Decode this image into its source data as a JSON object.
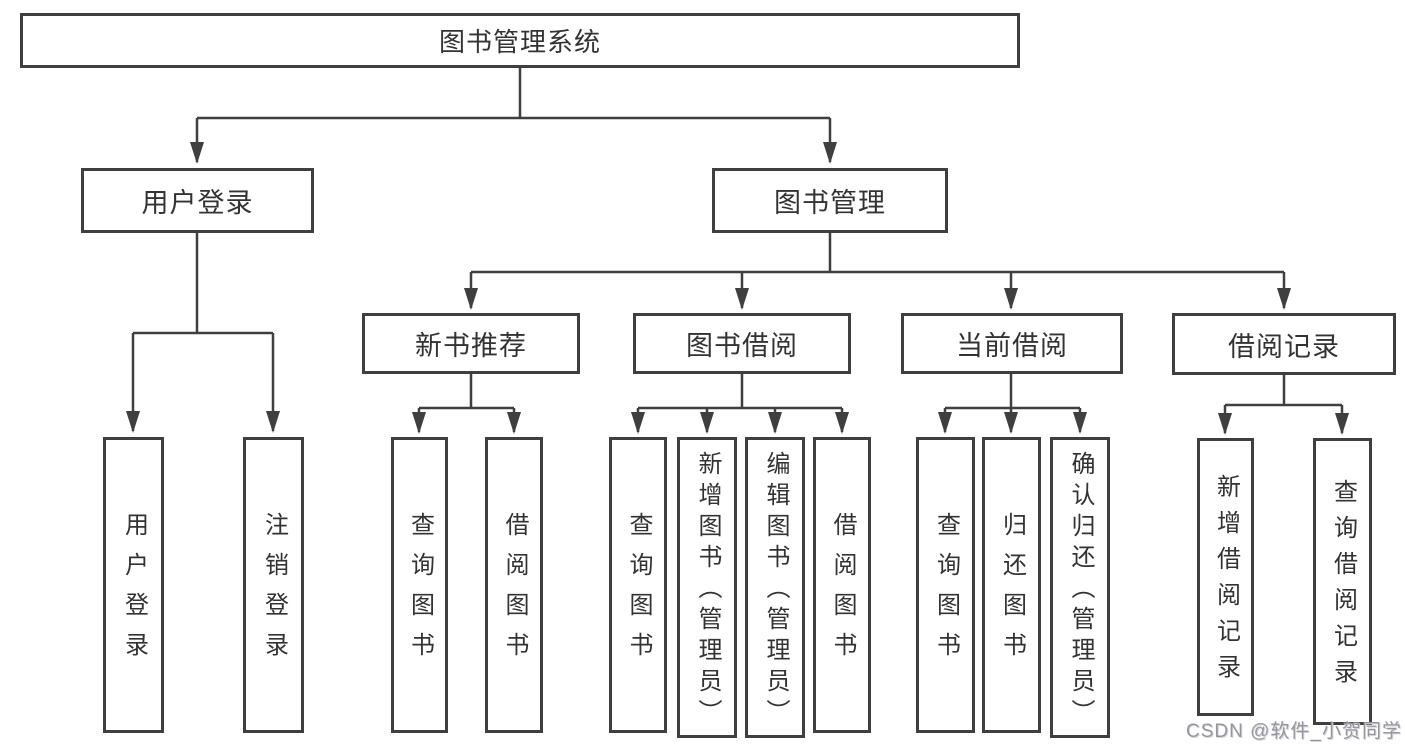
{
  "diagram": {
    "root": "图书管理系统",
    "branches": [
      {
        "label": "用户登录",
        "children": [
          "用户登录",
          "注销登录"
        ]
      },
      {
        "label": "图书管理",
        "groups": [
          {
            "label": "新书推荐",
            "children": [
              "查询图书",
              "借阅图书"
            ]
          },
          {
            "label": "图书借阅",
            "children": [
              "查询图书",
              "新增图书（管理员）",
              "编辑图书（管理员）",
              "借阅图书"
            ]
          },
          {
            "label": "当前借阅",
            "children": [
              "查询图书",
              "归还图书",
              "确认归还（管理员）"
            ]
          },
          {
            "label": "借阅记录",
            "children": [
              "新增借阅记录",
              "查询借阅记录"
            ]
          }
        ]
      }
    ]
  },
  "watermark": "CSDN @软件_小贺同学",
  "colors": {
    "line": "#3f3f3f",
    "box_border": "#3f3f3f",
    "text": "#333333",
    "watermark": "#96969e",
    "background": "#ffffff"
  }
}
